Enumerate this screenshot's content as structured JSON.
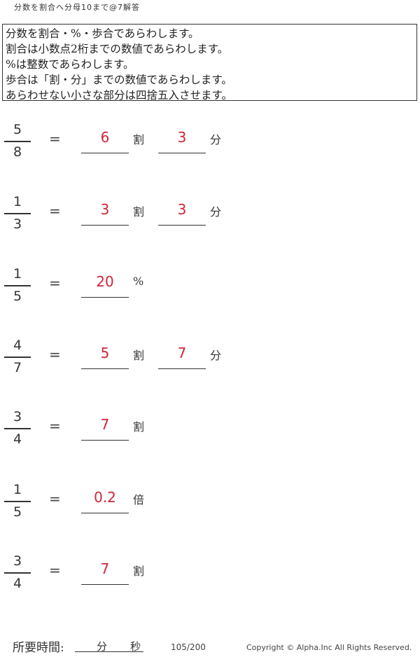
{
  "header": {
    "title": "分数を割合へ分母10まで@7解答"
  },
  "instructions": [
    "分数を割合・%・歩合であらわします。",
    "割合は小数点2桁までの数値であらわします。",
    "%は整数であらわします。",
    "歩合は「割・分」までの数値であらわします。",
    "あらわせない小さな部分は四捨五入させます。"
  ],
  "equals_sign": "=",
  "problems": [
    {
      "numerator": "5",
      "denominator": "8",
      "answer1": "6",
      "unit1": "割",
      "answer2": "3",
      "unit2": "分"
    },
    {
      "numerator": "1",
      "denominator": "3",
      "answer1": "3",
      "unit1": "割",
      "answer2": "3",
      "unit2": "分"
    },
    {
      "numerator": "1",
      "denominator": "5",
      "answer1": "20",
      "unit1": "%"
    },
    {
      "numerator": "4",
      "denominator": "7",
      "answer1": "5",
      "unit1": "割",
      "answer2": "7",
      "unit2": "分"
    },
    {
      "numerator": "3",
      "denominator": "4",
      "answer1": "7",
      "unit1": "割"
    },
    {
      "numerator": "1",
      "denominator": "5",
      "answer1": "0.2",
      "unit1": "倍"
    },
    {
      "numerator": "3",
      "denominator": "4",
      "answer1": "7",
      "unit1": "割"
    }
  ],
  "footer": {
    "time_label": "所要時間:",
    "minutes_unit": "分",
    "seconds_unit": "秒",
    "page_number": "105/200",
    "copyright": "Copyright © Alpha.Inc All Rights Reserved."
  },
  "colors": {
    "answer": "#d0253a",
    "text": "#222222"
  }
}
